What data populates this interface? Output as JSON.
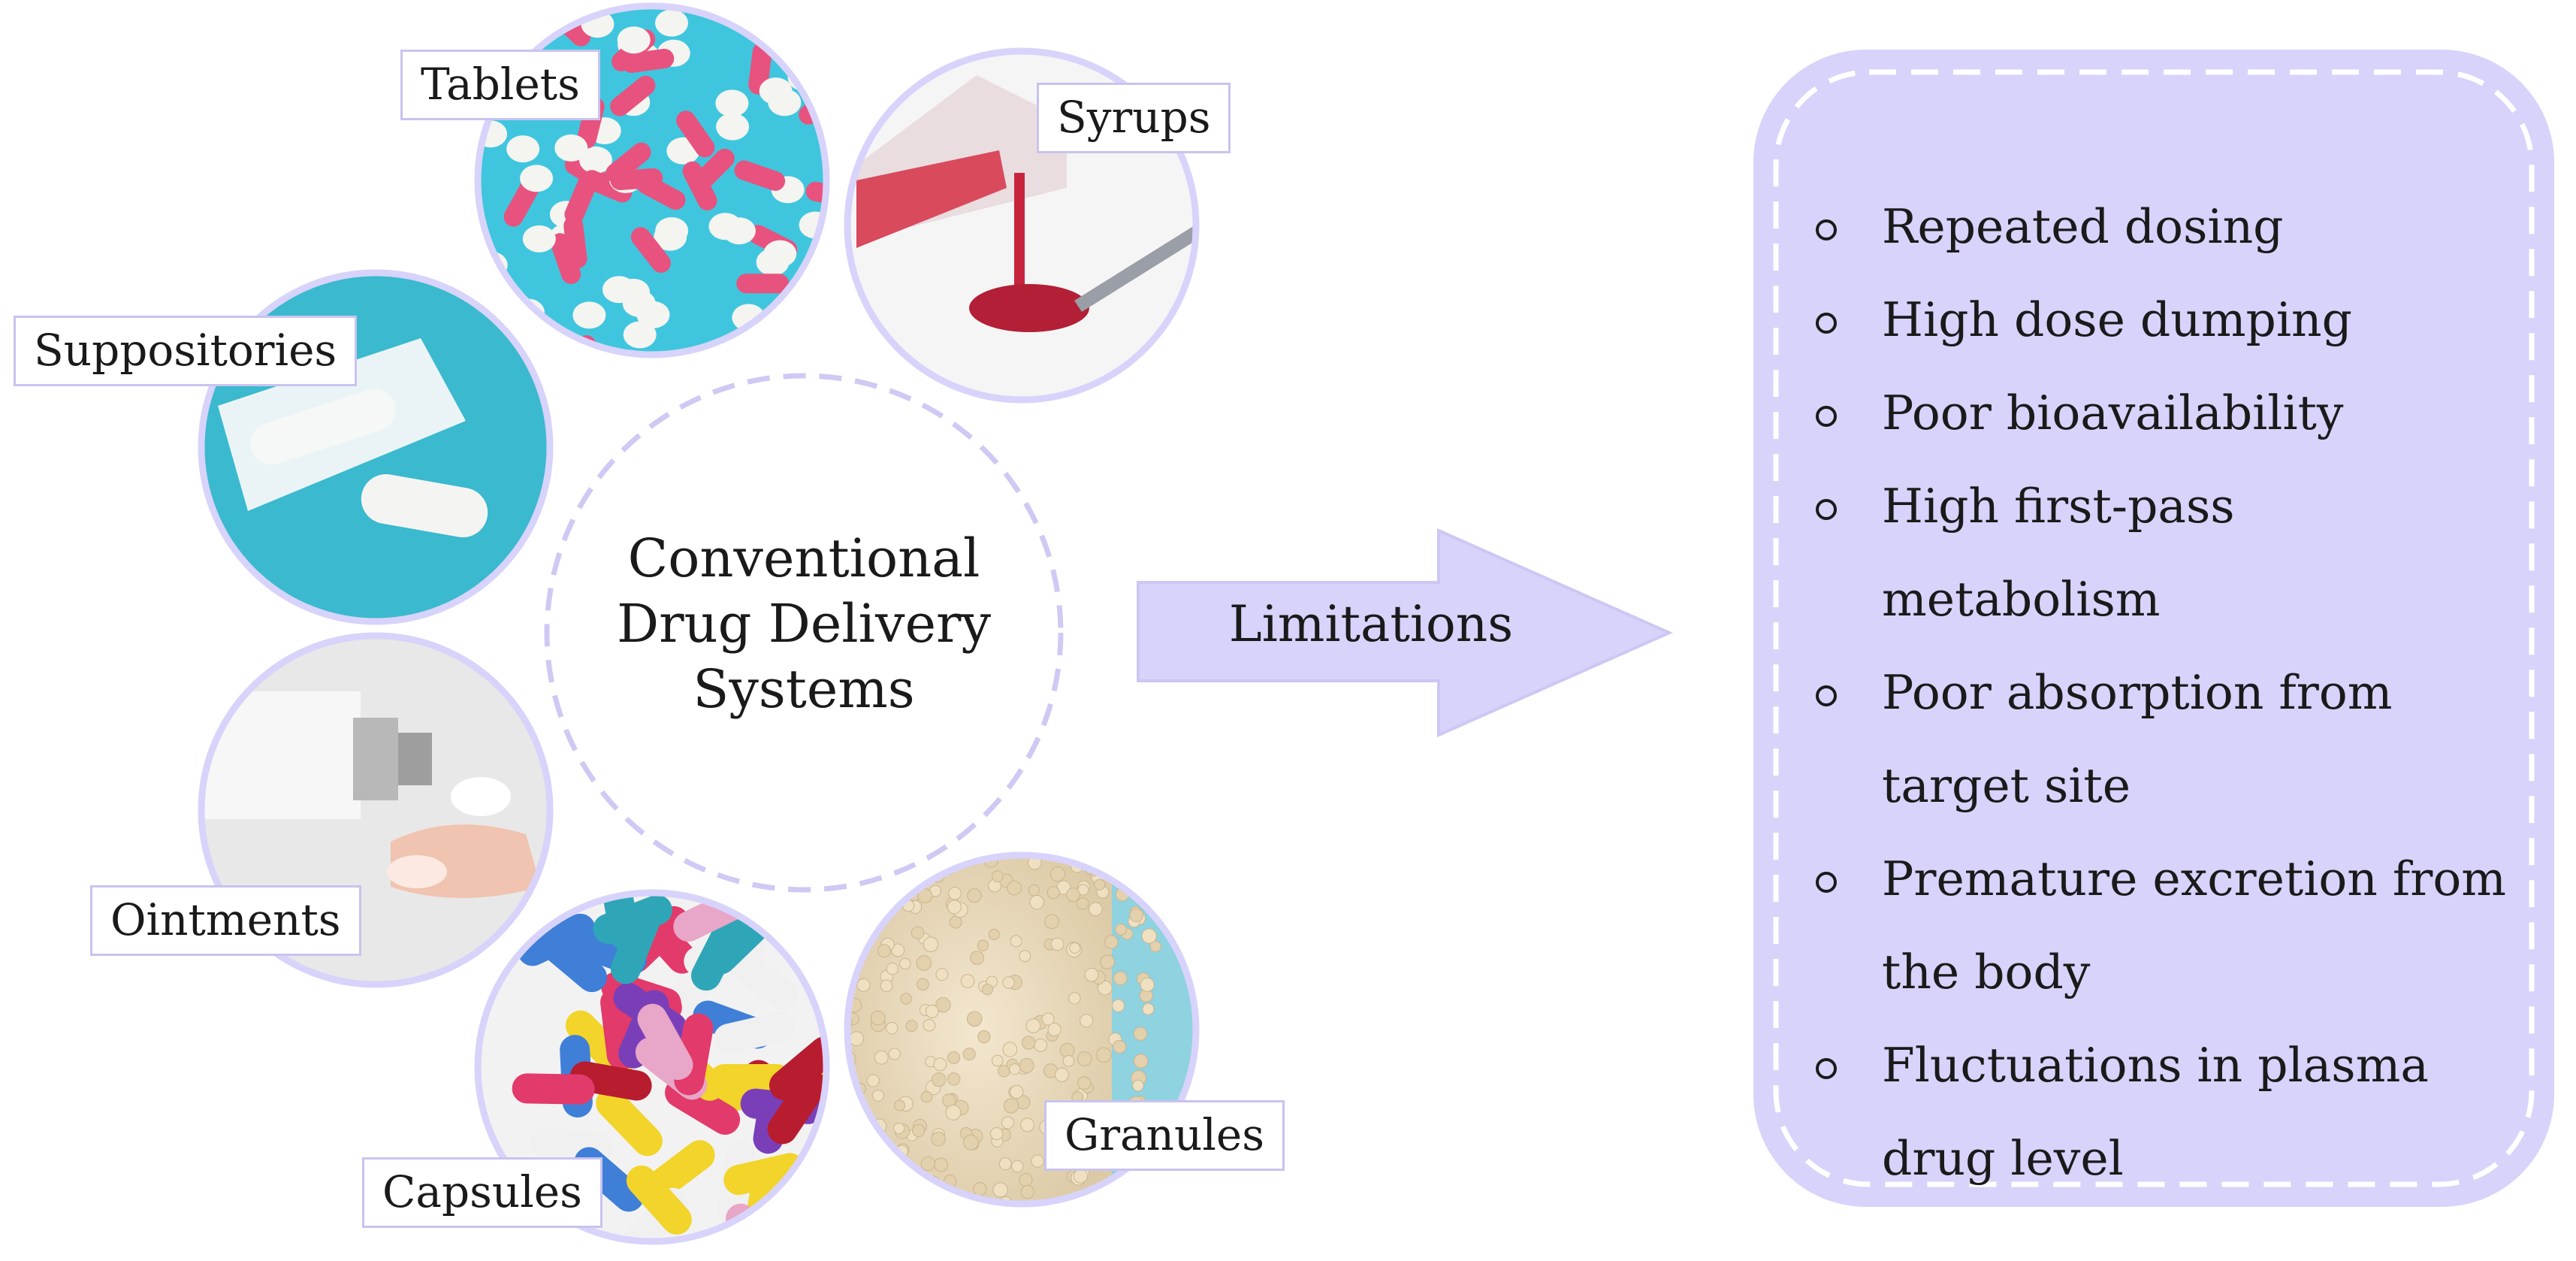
{
  "center": {
    "lines": [
      "Conventional",
      "Drug Delivery",
      "Systems"
    ]
  },
  "dosage_forms": [
    {
      "id": "tablets",
      "label": "Tablets",
      "icon": "tablets-photo"
    },
    {
      "id": "syrups",
      "label": "Syrups",
      "icon": "syrup-spoon-photo"
    },
    {
      "id": "suppositories",
      "label": "Suppositories",
      "icon": "suppositories-photo"
    },
    {
      "id": "ointments",
      "label": "Ointments",
      "icon": "ointment-tube-photo"
    },
    {
      "id": "capsules",
      "label": "Capsules",
      "icon": "capsules-photo"
    },
    {
      "id": "granules",
      "label": "Granules",
      "icon": "granules-photo"
    }
  ],
  "arrow": {
    "label": "Limitations"
  },
  "limitations": {
    "items": [
      "Repeated dosing",
      "High dose dumping",
      "Poor bioavailability",
      "High first-pass metabolism",
      "Poor absorption from target site",
      "Premature excretion from the body",
      "Fluctuations in plasma drug level"
    ]
  },
  "colors": {
    "accent": "#d7d3fb",
    "accent_border": "#c9c3ee",
    "dashed": "#cfc9f4",
    "text": "#1a1a1a"
  }
}
